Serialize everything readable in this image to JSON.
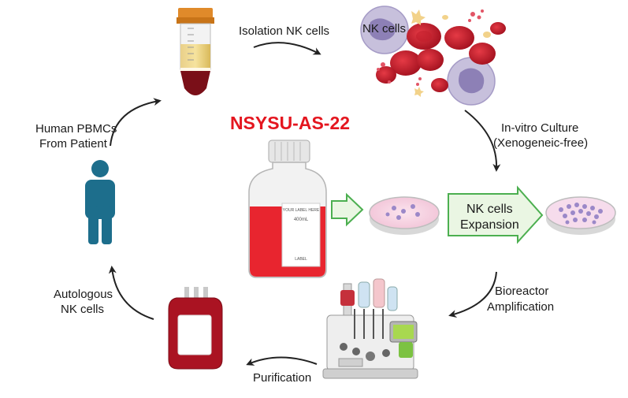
{
  "title": "NSYSU-AS-22",
  "steps": {
    "isolation": "Isolation NK cells",
    "nk_cells": "NK cells",
    "culture_line1": "In-vitro Culture",
    "culture_line2": "(Xenogeneic-free)",
    "expansion_line1": "NK cells",
    "expansion_line2": "Expansion",
    "bioreactor_line1": "Bioreactor",
    "bioreactor_line2": "Amplification",
    "purification": "Purification",
    "autologous_line1": "Autologous",
    "autologous_line2": "NK cells",
    "pbmc_line1": "Human PBMCs",
    "pbmc_line2": "From Patient"
  },
  "bottle": {
    "label_line1": "YOUR LABEL HERE",
    "label_line2": "400mL",
    "label_line3": "LABEL"
  },
  "colors": {
    "title": "#e4161f",
    "arrow_green": "#4caf50",
    "arrow_green_fill": "#eaf6e3",
    "person": "#1d6e8c",
    "blood": "#b01020",
    "medium": "#e8252f"
  }
}
